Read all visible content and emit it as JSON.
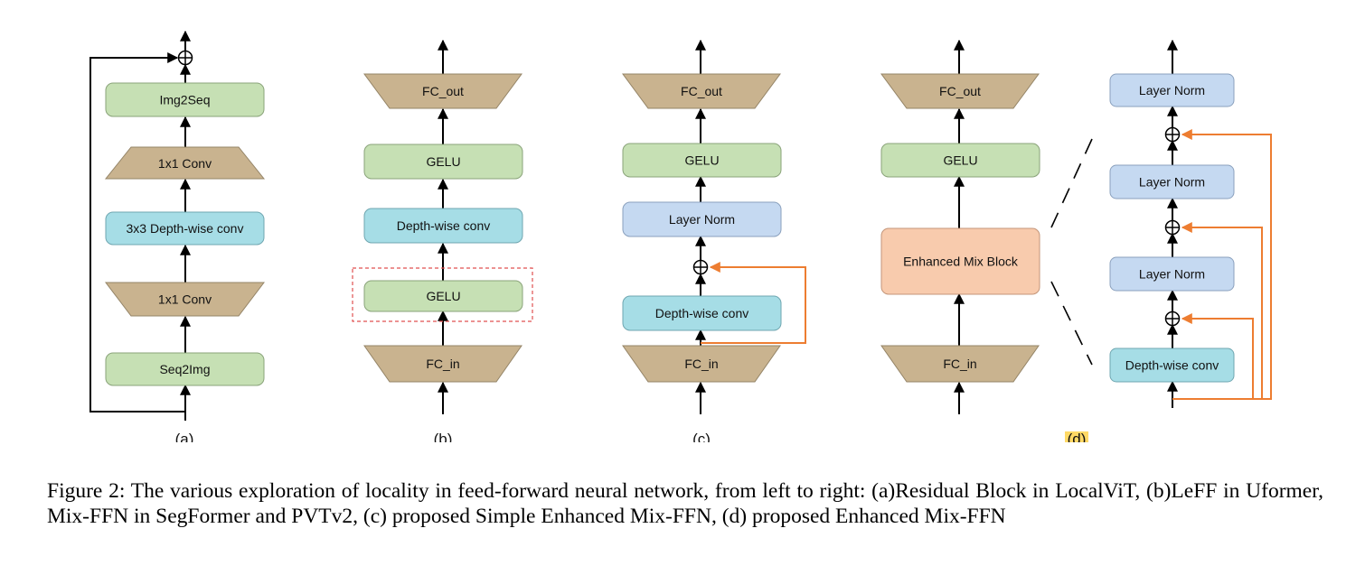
{
  "panels": {
    "a": {
      "label": "(a)",
      "blocks": [
        "Img2Seq",
        "1x1 Conv",
        "3x3 Depth-wise conv",
        "1x1 Conv",
        "Seq2Img"
      ]
    },
    "b": {
      "label": "(b)",
      "blocks": [
        "FC_out",
        "GELU",
        "Depth-wise conv",
        "GELU",
        "FC_in"
      ]
    },
    "c": {
      "label": "(c)",
      "blocks": [
        "FC_out",
        "GELU",
        "Layer Norm",
        "Depth-wise conv",
        "FC_in"
      ]
    },
    "d": {
      "label": "(d)",
      "blocks": [
        "FC_out",
        "GELU",
        "Enhanced Mix Block",
        "FC_in"
      ],
      "detail": [
        "Layer Norm",
        "Layer Norm",
        "Layer Norm",
        "Depth-wise conv"
      ]
    }
  },
  "colors": {
    "green": "#c6e0b4",
    "tan": "#c9b38f",
    "cyan": "#a6dde6",
    "blue": "#c5d9f1",
    "peach": "#f8cbad",
    "orange": "#ed7d31",
    "highlight": "#ffd966",
    "dashed_red": "#e05050"
  },
  "caption": "Figure 2: The various exploration of locality in feed-forward neural network, from left to right: (a)Residual Block in LocalViT, (b)LeFF in Uformer, Mix-FFN in SegFormer and PVTv2, (c) proposed Simple Enhanced Mix-FFN, (d) proposed Enhanced Mix-FFN"
}
